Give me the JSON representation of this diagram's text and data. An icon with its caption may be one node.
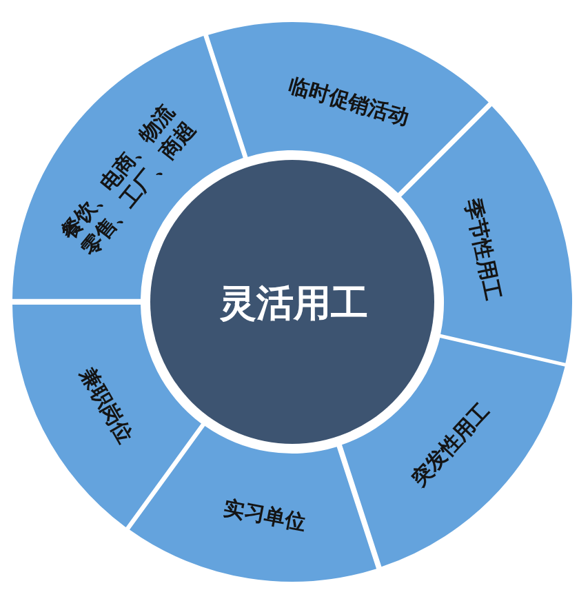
{
  "diagram": {
    "nodes": [
      {
        "text": [
          "灵活用工"
        ]
      },
      {
        "text": [
          "餐饮、电商、物流零售、工厂、商超"
        ]
      },
      {
        "text": [
          "临时促销活动"
        ]
      },
      {
        "text": [
          "季节性用工"
        ]
      },
      {
        "text": [
          "突发性用工"
        ]
      },
      {
        "text": [
          "实习单位"
        ]
      },
      {
        "text": [
          "兼职岗位"
        ]
      }
    ]
  }
}
